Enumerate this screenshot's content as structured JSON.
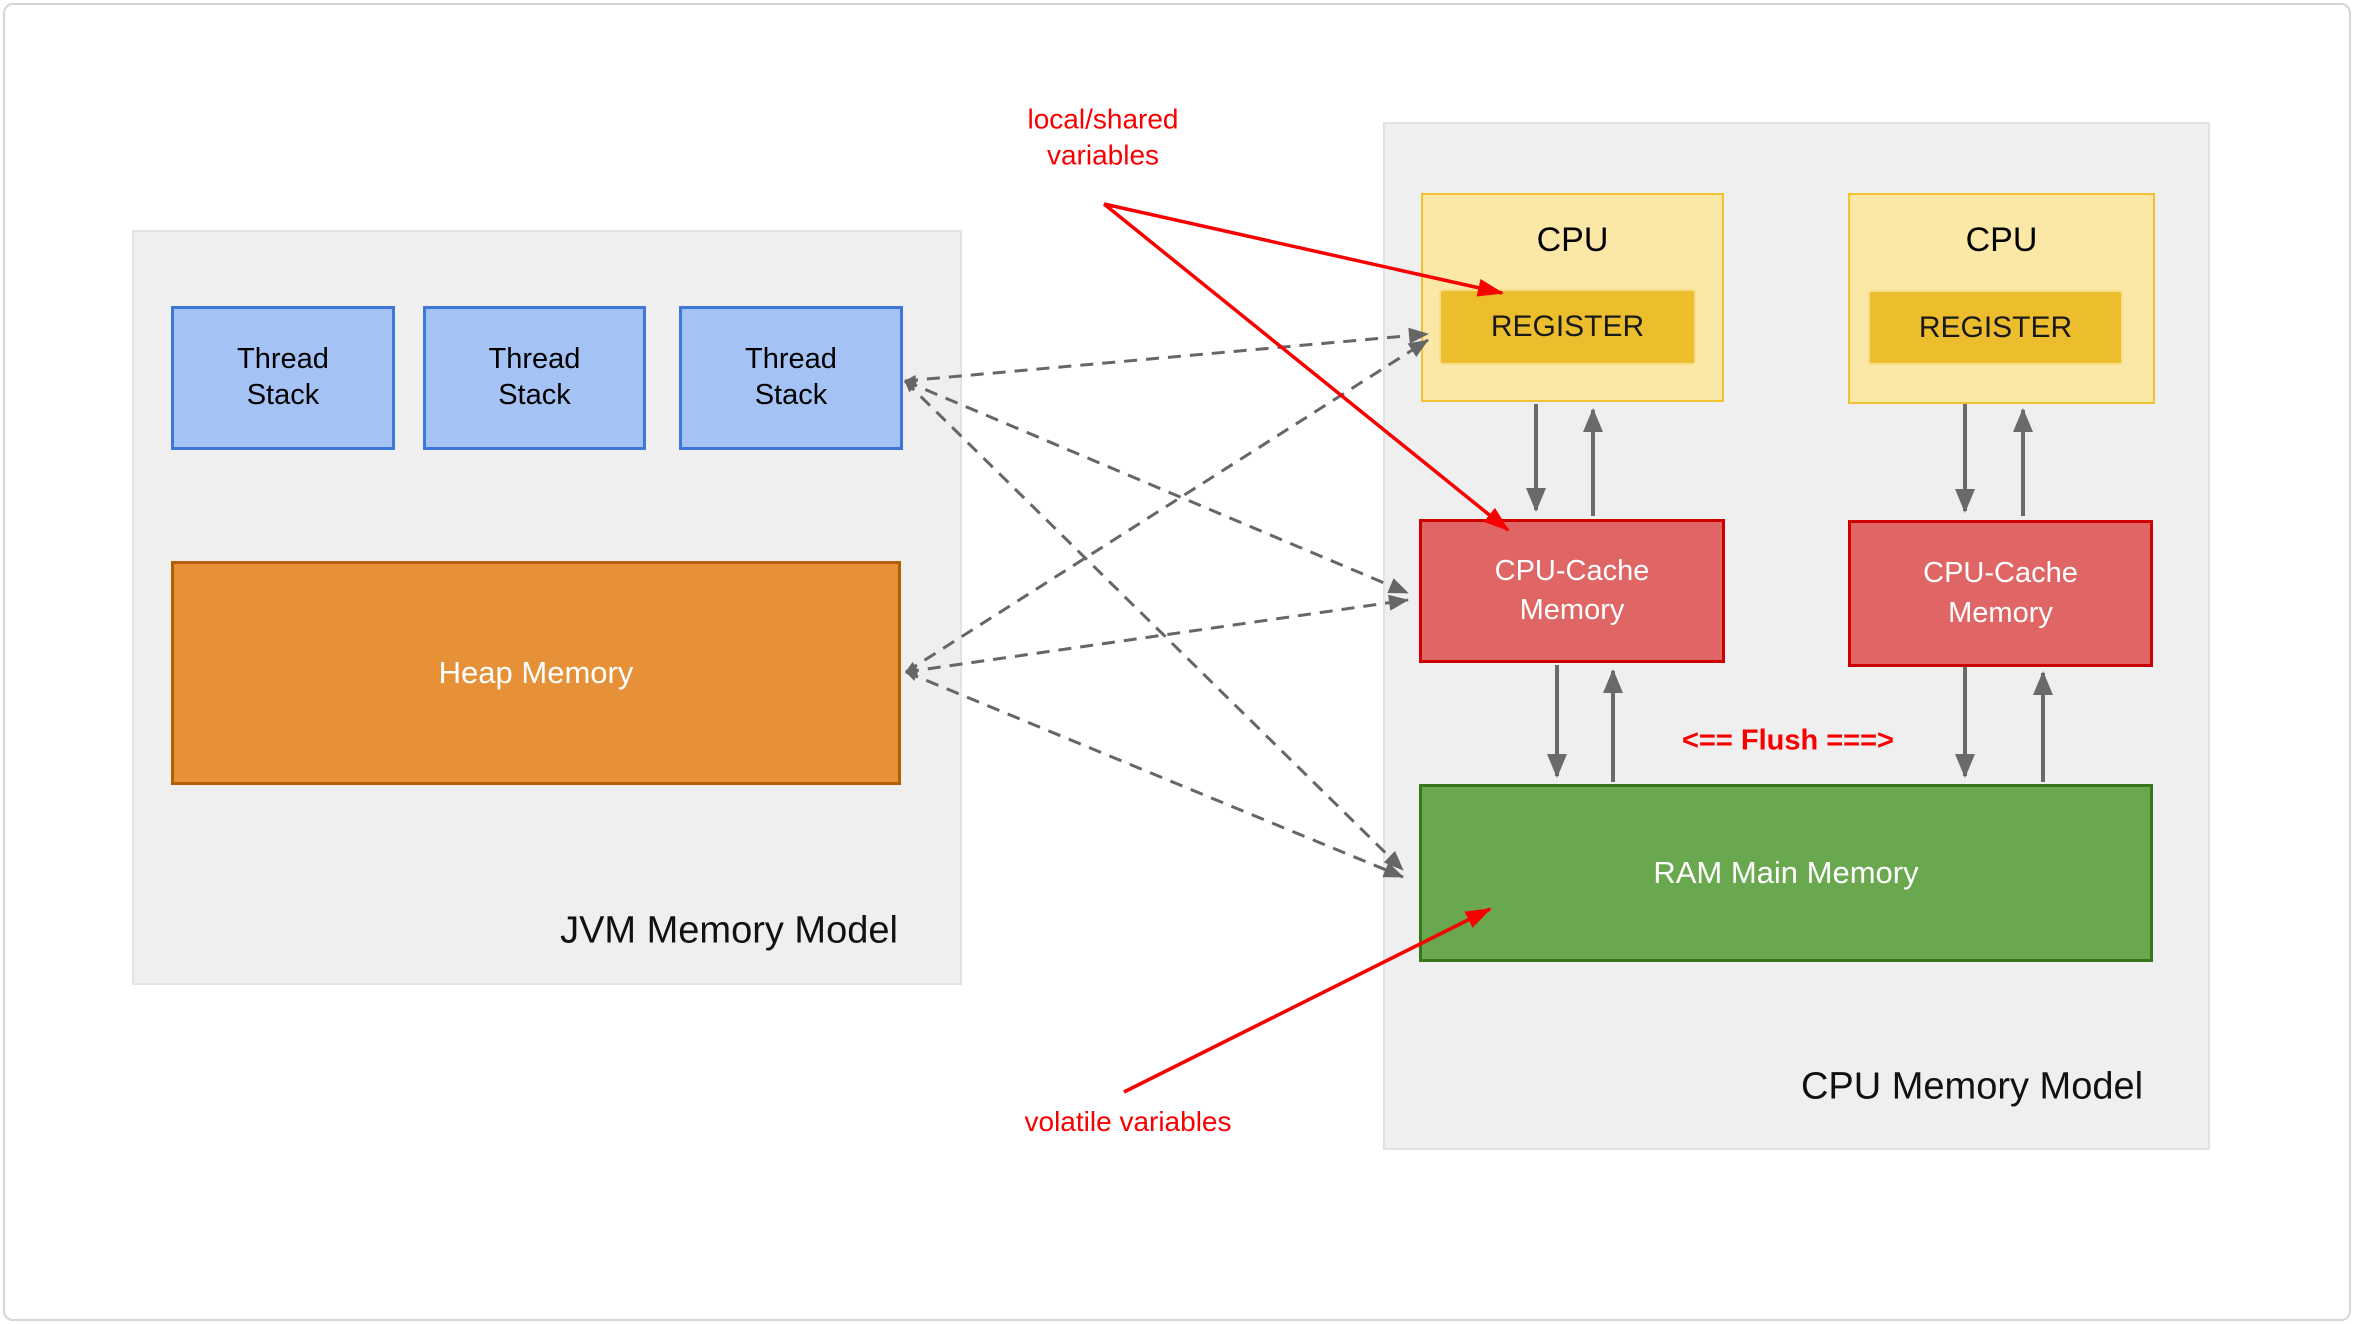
{
  "jvm": {
    "title": "JVM Memory Model",
    "thread_stacks": [
      "Thread\nStack",
      "Thread\nStack",
      "Thread\nStack"
    ],
    "heap_label": "Heap Memory"
  },
  "cpu_model": {
    "title": "CPU Memory Model",
    "cpus": [
      {
        "label": "CPU",
        "register_label": "REGISTER"
      },
      {
        "label": "CPU",
        "register_label": "REGISTER"
      }
    ],
    "caches": [
      "CPU-Cache\nMemory",
      "CPU-Cache\nMemory"
    ],
    "ram_label": "RAM Main Memory",
    "flush_label": "<== Flush ===>"
  },
  "annotations": {
    "local_shared": "local/shared\nvariables",
    "volatile_vars": "volatile variables"
  },
  "colors": {
    "thread_stack_fill": "#a4c2f4",
    "thread_stack_border": "#3d78d8",
    "heap_fill": "#e69138",
    "heap_border": "#b45f06",
    "cpu_fill": "#fce8a6",
    "cpu_border": "#f1c232",
    "register_fill": "#ecbe2e",
    "cache_fill": "#e06666",
    "cache_border": "#cc0000",
    "ram_fill": "#6aa84f",
    "ram_border": "#38761d",
    "container_fill": "#efefef",
    "arrow_gray": "#666666",
    "annotation_red": "#f80000"
  }
}
